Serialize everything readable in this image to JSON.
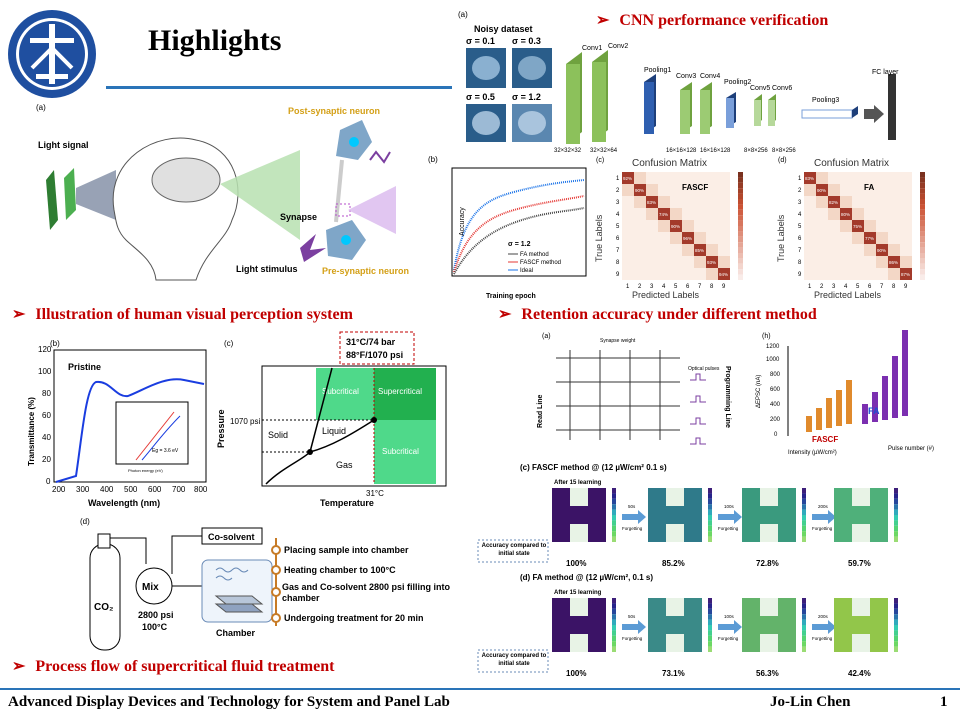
{
  "slide": {
    "title": "Highlights",
    "page_number": "1",
    "footer_lab": "Advanced Display Devices and Technology for System and Panel Lab",
    "footer_author": "Jo-Lin Chen"
  },
  "captions": {
    "cnn": "CNN performance verification",
    "visual": "Illustration of human visual perception system",
    "retention": "Retention accuracy under different method",
    "process": "Process flow  of supercritical fluid treatment"
  },
  "cnn_panel": {
    "label_a": "(a)",
    "noisy_title": "Noisy dataset",
    "sigmas": [
      "σ = 0.1",
      "σ = 0.3",
      "σ = 0.5",
      "σ = 1.2"
    ],
    "layers": [
      "Conv1",
      "Conv2",
      "Pooling1",
      "Conv3",
      "Conv4",
      "Pooling2",
      "Conv5",
      "Conv6",
      "Pooling3",
      "FC layer"
    ],
    "dims": [
      "32×32×32",
      "32×32×64",
      "16×16×128",
      "16×16×128",
      "8×8×256",
      "8×8×256"
    ]
  },
  "accuracy_panel": {
    "label_b": "(b)",
    "ylabel": "Accuracy",
    "xlabel": "Training epoch",
    "sigma": "σ = 1.2",
    "legend": [
      "FA      method",
      "FASCF method",
      "Ideal"
    ]
  },
  "confusion": {
    "c": {
      "label": "(c)",
      "title": "Confusion Matrix",
      "tag": "FASCF",
      "xlabel": "Predicted Labels",
      "ylabel": "True Labels",
      "diag": [
        "92%",
        "90%",
        "83%",
        "74%",
        "90%",
        "96%",
        "85%",
        "93%",
        "94%"
      ]
    },
    "d": {
      "label": "(d)",
      "title": "Confusion Matrix",
      "tag": "FA",
      "xlabel": "Predicted Labels",
      "ylabel": "True Labels",
      "diag": [
        "83%",
        "90%",
        "82%",
        "80%",
        "75%",
        "77%",
        "90%",
        "86%",
        "87%"
      ]
    }
  },
  "visual_panel": {
    "label_a": "(a)",
    "light_signal": "Light signal",
    "post": "Post-synaptic neuron",
    "synapse": "Synapse",
    "light_stimulus": "Light stimulus",
    "pre": "Pre-synaptic neuron"
  },
  "transmittance": {
    "label": "(b)",
    "tag": "Pristine",
    "ylabel": "Transmittance (%)",
    "xlabel": "Wavelength (nm)",
    "xticks": [
      "200",
      "300",
      "400",
      "500",
      "600",
      "700",
      "800"
    ],
    "yticks": [
      "0",
      "20",
      "40",
      "60",
      "80",
      "100",
      "120"
    ],
    "inset_label": "Eg = 3.6 eV",
    "inset_xlabel": "Photon energy (eV)"
  },
  "phase": {
    "label": "(c)",
    "box_line1": "31°C/74 bar",
    "box_line2": "88°F/1070 psi",
    "subcritical": "Subcritical",
    "supercritical": "Supercritical",
    "solid": "Solid",
    "liquid": "Liquid",
    "gas": "Gas",
    "psi": "1070 psi",
    "temp": "31°C",
    "ylabel": "Pressure",
    "xlabel": "Temperature"
  },
  "process": {
    "label": "(d)",
    "cosolvent": "Co-solvent",
    "mix": "Mix",
    "co2": "CO₂",
    "cond1": "2800 psi",
    "cond2": "100°C",
    "chamber": "Chamber",
    "steps": [
      "Placing sample into chamber",
      "Heating chamber to 100°C",
      "Gas and Co-solvent 2800 psi filling into chamber",
      "Undergoing treatment for 20 min"
    ]
  },
  "retention_panel": {
    "label_a": "(a)",
    "synapse_weight": "Synapse weight",
    "optical_pulses": "Optical pulses",
    "read_line": "Read Line",
    "programming_line": "Programming Line",
    "label_h": "(h)",
    "h_ylabel": "ΔEPSC (nA)",
    "h_xlabel": "Pulse number (#)",
    "h_zlabel": "Intensity (µW/cm²)",
    "h_yticks": [
      "0",
      "200",
      "400",
      "600",
      "800",
      "1000",
      "1200"
    ],
    "fa_tag": "FA",
    "fascf_tag": "FASCF",
    "fascf_title": "(c)  FASCF method  @ (12 µW/cm² 0.1 s)",
    "fa_title": "(d)  FA method  @ (12 µW/cm², 0.1 s)",
    "after": "After 15 learning",
    "acc_label": "Accuracy compared to initial state",
    "fascf_acc": [
      "100%",
      "85.2%",
      "72.8%",
      "59.7%"
    ],
    "fa_acc": [
      "100%",
      "73.1%",
      "56.3%",
      "42.4%"
    ],
    "fascf_arrows": [
      "50s Forgetting",
      "100s Forgetting",
      "200s Forgetting"
    ],
    "fa_arrows": [
      "50s Forgetting",
      "100s Forgetting",
      "200s Forgetting"
    ]
  }
}
